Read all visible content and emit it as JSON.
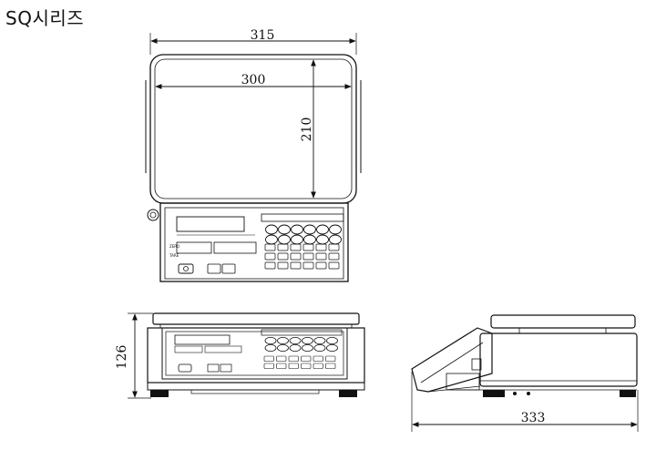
{
  "title": "SQ시리즈",
  "dimensions": {
    "top_width": "315",
    "platter_width": "300",
    "platter_depth": "210",
    "height": "126",
    "depth": "333"
  }
}
